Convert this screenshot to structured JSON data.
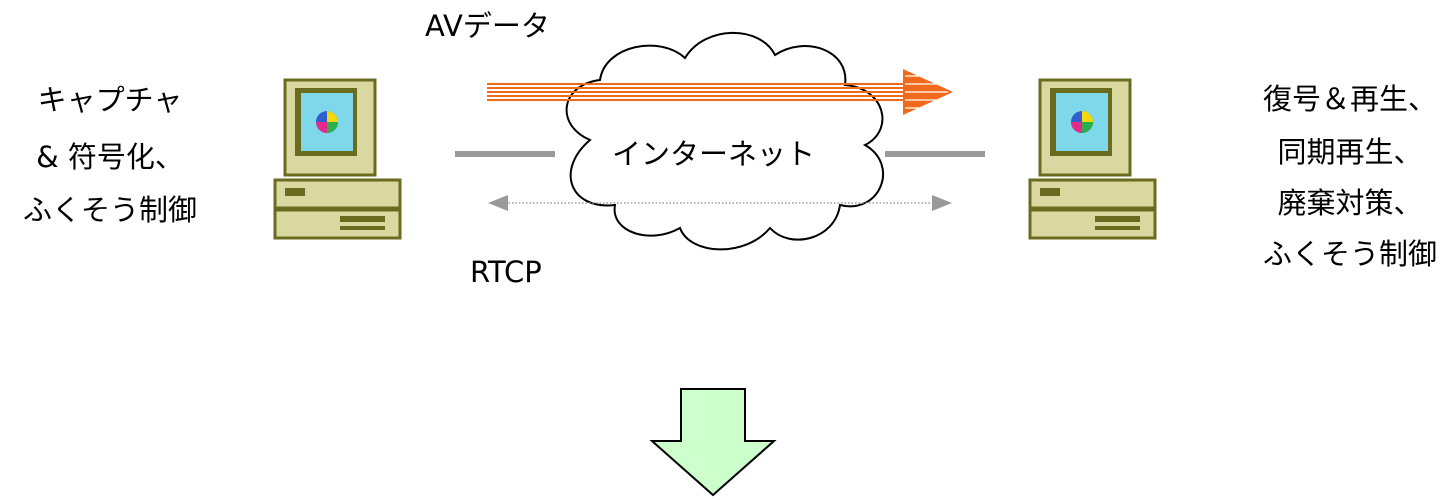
{
  "sender": {
    "line1": "キャプチャ",
    "line2": "& 符号化、",
    "line3": "ふくそう制御"
  },
  "receiver": {
    "line1": "復号＆再生、",
    "line2": "同期再生、",
    "line3": "廃棄対策、",
    "line4": "ふくそう制御"
  },
  "labels": {
    "av_data": "AVデータ",
    "rtcp": "RTCP",
    "internet": "インターネット"
  },
  "colors": {
    "av_arrow": "#f06a1e",
    "rtcp_arrow": "#9a9a9a",
    "link_line": "#9a9a9a",
    "down_arrow_fill": "#ccffcc",
    "computer_body": "#d8d8a0",
    "computer_dark": "#6b6b1f",
    "screen": "#7fd7ea"
  },
  "icons": {
    "left_computer": "desktop-computer-icon",
    "right_computer": "desktop-computer-icon",
    "cloud": "cloud-icon",
    "down_arrow": "down-arrow-icon"
  }
}
